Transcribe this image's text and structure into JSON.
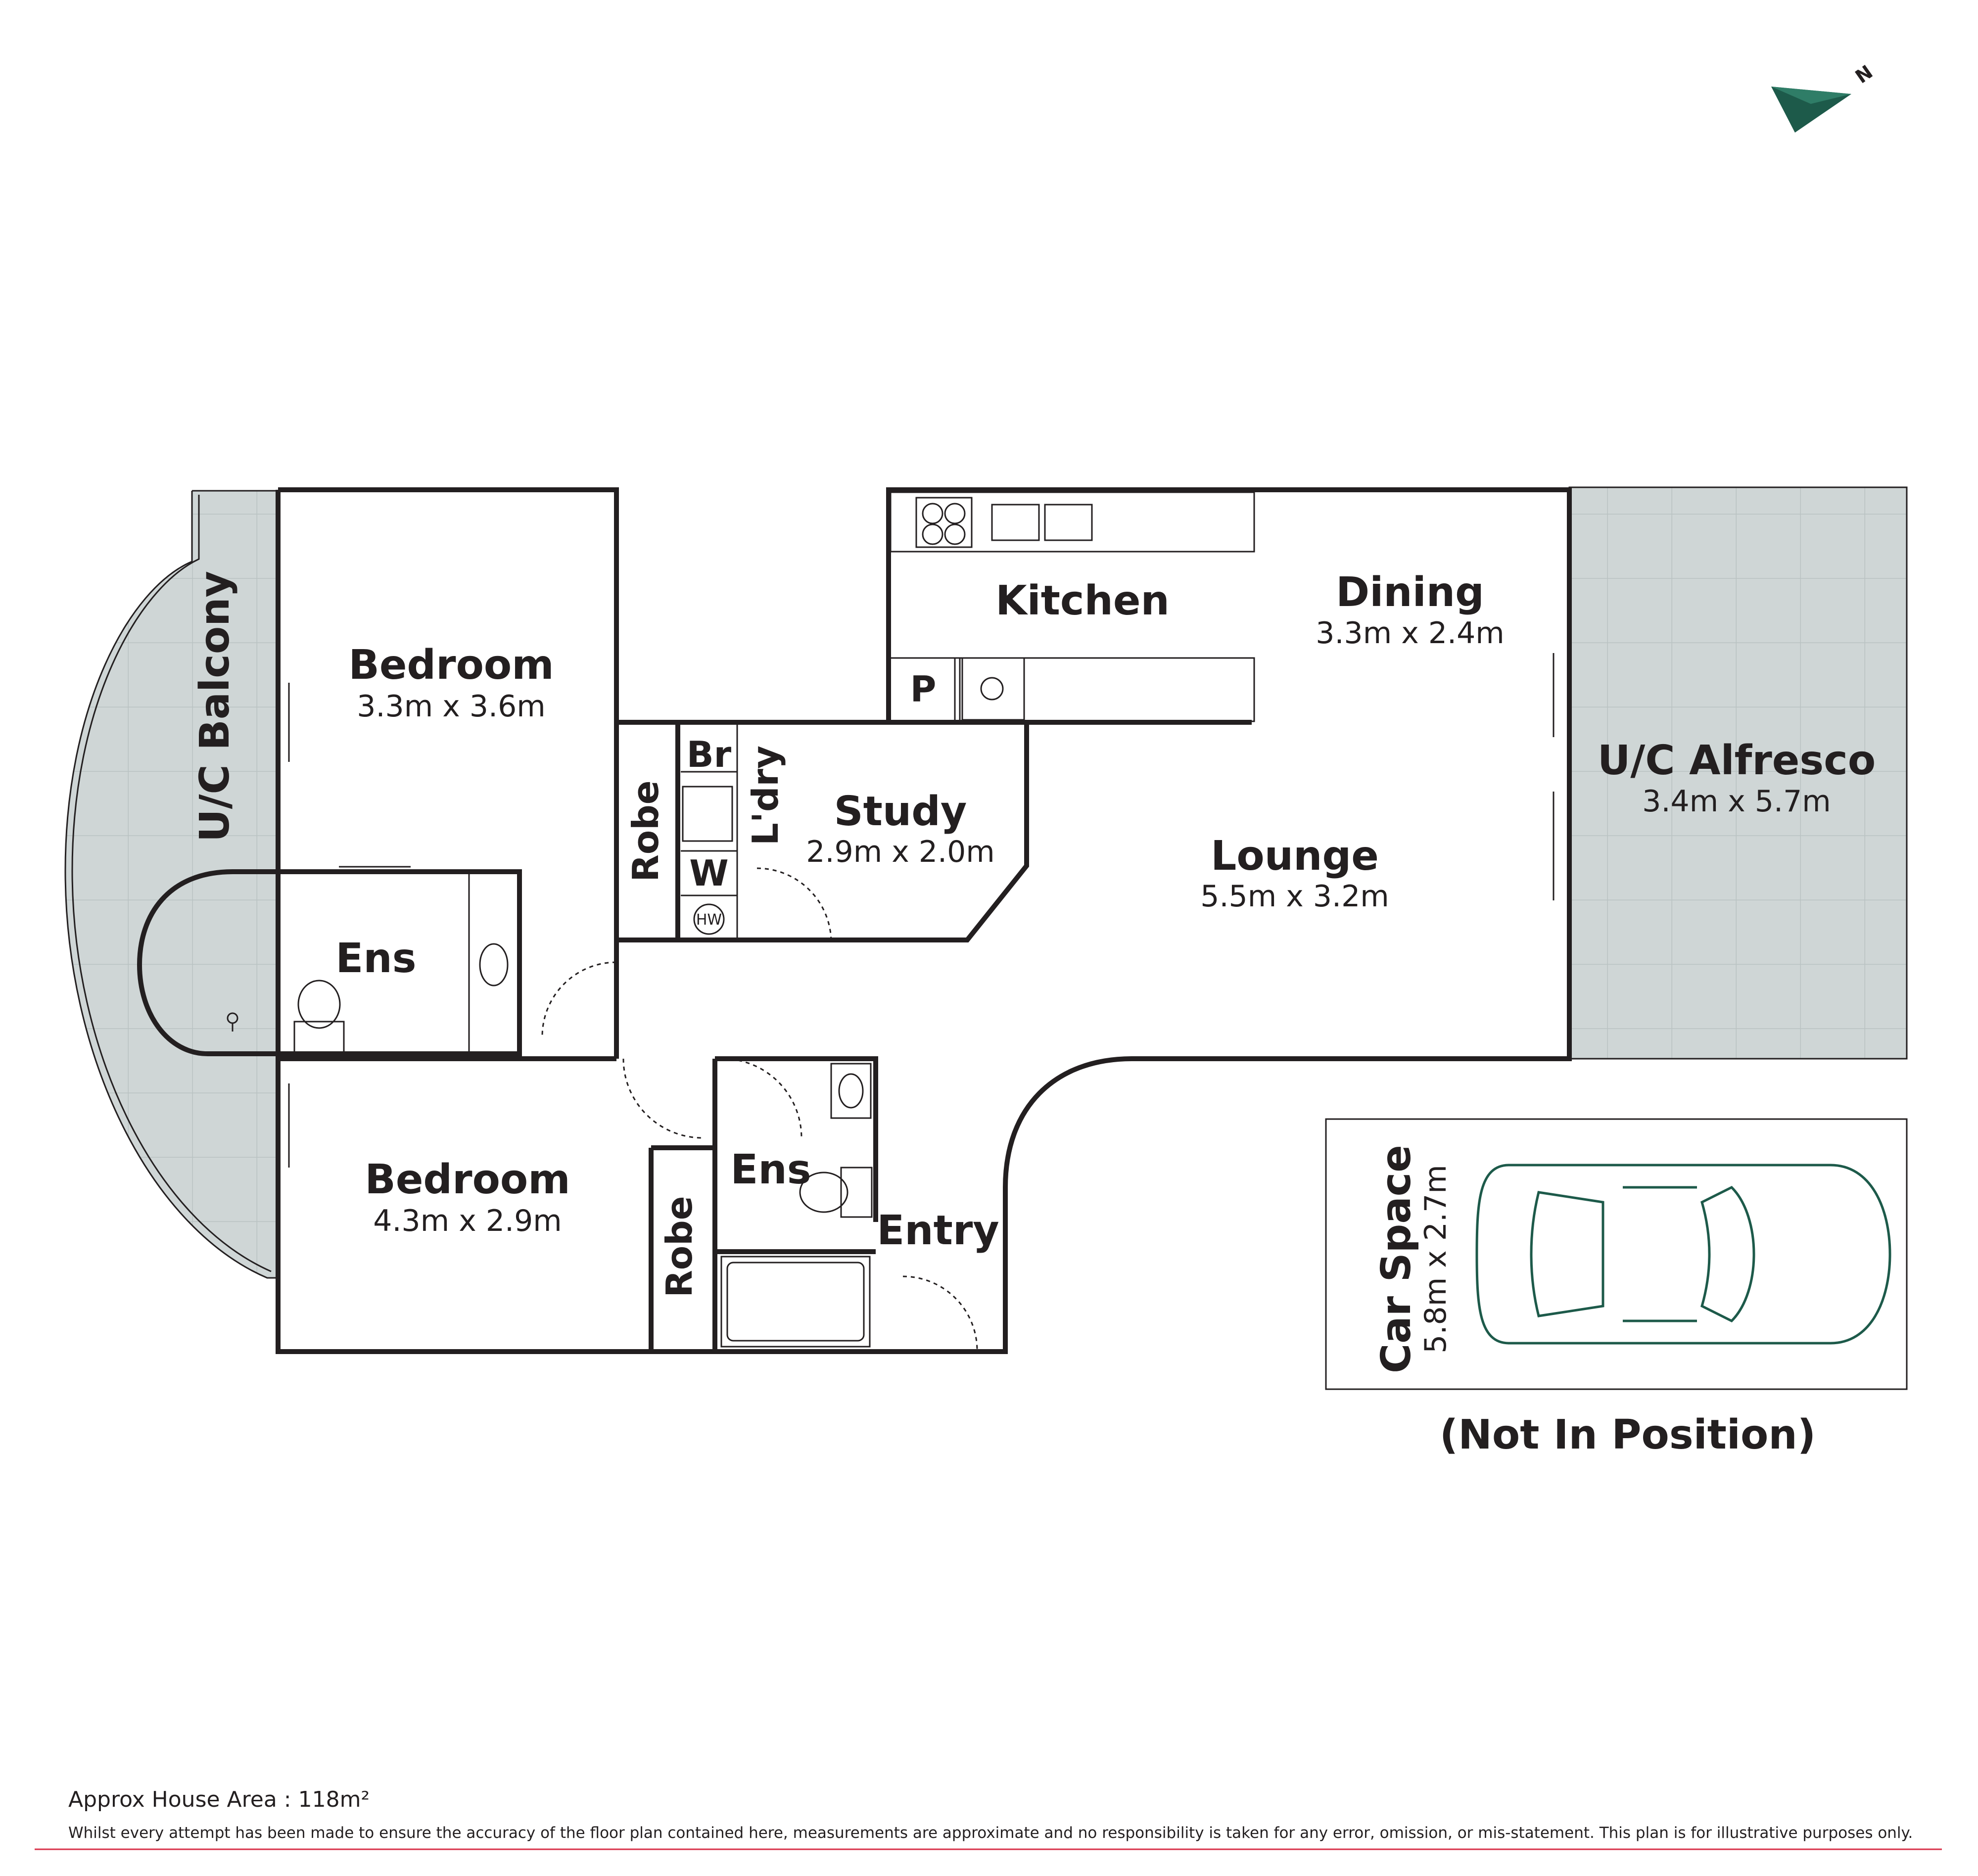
{
  "rooms": {
    "bedroom1": {
      "name": "Bedroom",
      "dims": "3.3m x 3.6m"
    },
    "bedroom2": {
      "name": "Bedroom",
      "dims": "4.3m x 2.9m"
    },
    "ens1": {
      "name": "Ens"
    },
    "ens2": {
      "name": "Ens"
    },
    "robe1": {
      "name": "Robe"
    },
    "robe2": {
      "name": "Robe"
    },
    "balcony": {
      "name": "U/C Balcony"
    },
    "kitchen": {
      "name": "Kitchen"
    },
    "pantry": {
      "name": "P"
    },
    "dining": {
      "name": "Dining",
      "dims": "3.3m x 2.4m"
    },
    "lounge": {
      "name": "Lounge",
      "dims": "5.5m x 3.2m"
    },
    "study": {
      "name": "Study",
      "dims": "2.9m x 2.0m"
    },
    "linen_br": {
      "name": "Br"
    },
    "laundry": {
      "name": "L'dry"
    },
    "washer": {
      "name": "W"
    },
    "hot_water": {
      "name": "HW"
    },
    "entry": {
      "name": "Entry"
    },
    "alfresco": {
      "name": "U/C Alfresco",
      "dims": "3.4m x 5.7m"
    },
    "car_space": {
      "name": "Car Space",
      "dims": "5.8m x 2.7m"
    }
  },
  "car_note": "(Not In Position)",
  "north_label": "N",
  "footer": {
    "area": "Approx House Area : 118m²",
    "disclaimer": "Whilst every attempt has been made to ensure the accuracy of the floor plan contained here, measurements are approximate and no responsibility is taken for any error, omission, or mis-statement. This plan is for illustrative purposes only."
  },
  "colors": {
    "wall": "#231f20",
    "outdoor_fill": "#cfd6d6",
    "grid_line": "#b9c2c2",
    "compass": "#1d5a4a",
    "car_stroke": "#1d5a4a",
    "footer_rule": "#d8314a"
  }
}
